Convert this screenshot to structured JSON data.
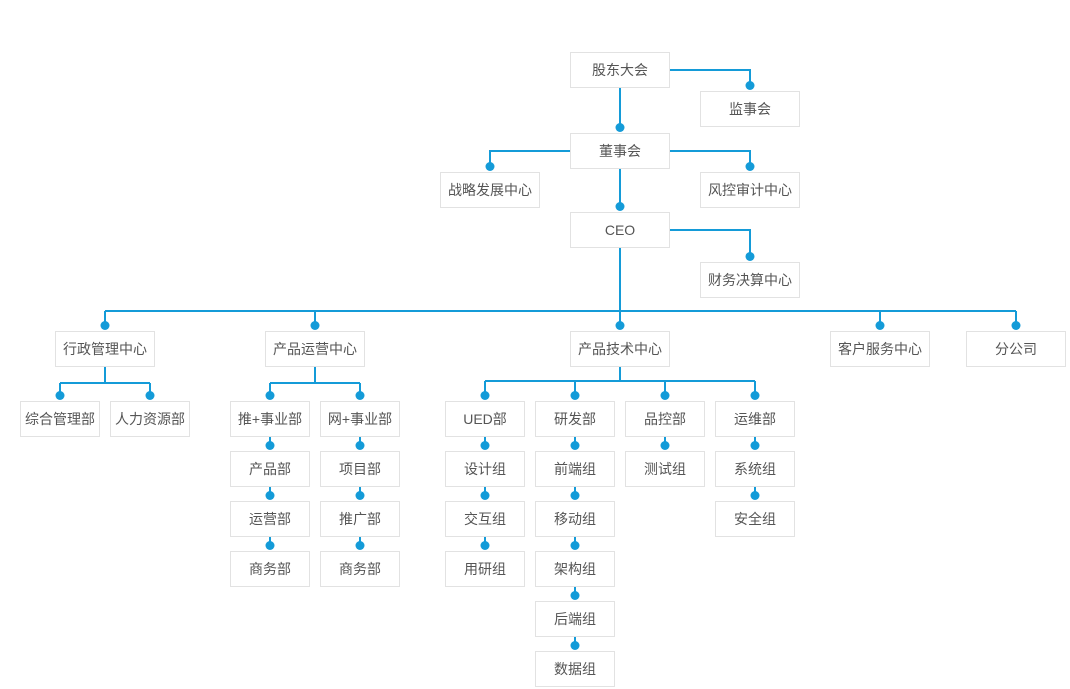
{
  "colors": {
    "accent": "#149bd8",
    "box_border": "#e2e2e2",
    "text": "#555555",
    "background": "#ffffff"
  },
  "org": {
    "shareholders": "股东大会",
    "supervisory": "监事会",
    "board": "董事会",
    "strategy": "战略发展中心",
    "risk": "风控审计中心",
    "ceo": "CEO",
    "finance": "财务决算中心",
    "admin_center": "行政管理中心",
    "ops_center": "产品运营中心",
    "tech_center": "产品技术中心",
    "service_center": "客户服务中心",
    "branch": "分公司",
    "general_admin": "综合管理部",
    "hr": "人力资源部",
    "tui_division": "推+事业部",
    "wang_division": "网+事业部",
    "product_dept": "产品部",
    "operation_dept": "运营部",
    "business_dept_a": "商务部",
    "project_dept": "项目部",
    "promotion_dept": "推广部",
    "business_dept_b": "商务部",
    "ued_dept": "UED部",
    "design_group": "设计组",
    "interaction_group": "交互组",
    "user_research_group": "用研组",
    "rd_dept": "研发部",
    "frontend_group": "前端组",
    "mobile_group": "移动组",
    "architecture_group": "架构组",
    "backend_group": "后端组",
    "data_group": "数据组",
    "qc_dept": "品控部",
    "testing_group": "测试组",
    "om_dept": "运维部",
    "system_group": "系统组",
    "security_group": "安全组"
  }
}
